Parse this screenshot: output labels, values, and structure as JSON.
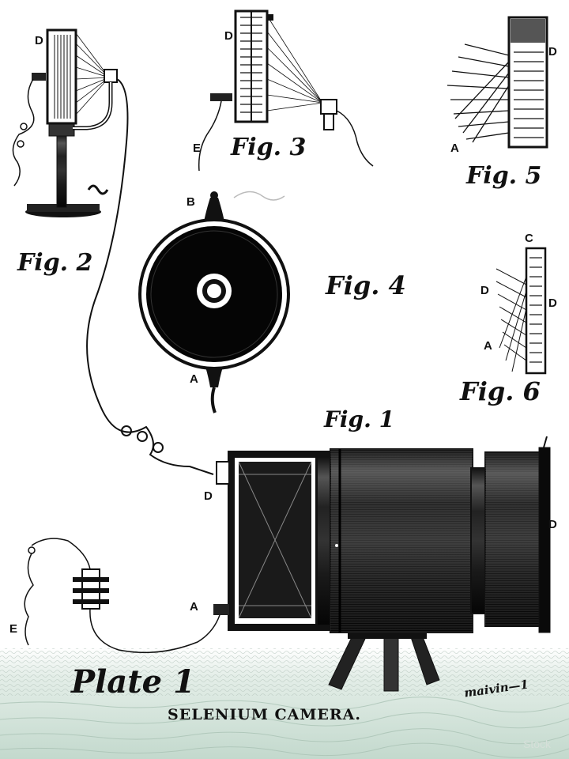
{
  "plate": {
    "title": "Plate 1",
    "caption": "SELENIUM CAMERA.",
    "signature": "maivin—1"
  },
  "figures": [
    {
      "id": "fig1",
      "label": "Fig. 1",
      "letters": [
        "D",
        "A",
        "D"
      ]
    },
    {
      "id": "fig2",
      "label": "Fig. 2",
      "letters": [
        "D"
      ]
    },
    {
      "id": "fig3",
      "label": "Fig. 3",
      "letters": [
        "D",
        "E"
      ]
    },
    {
      "id": "fig4",
      "label": "Fig. 4",
      "letters": [
        "B",
        "A"
      ]
    },
    {
      "id": "fig5",
      "label": "Fig. 5",
      "letters": [
        "D",
        "A"
      ]
    },
    {
      "id": "fig6",
      "label": "Fig. 6",
      "letters": [
        "C",
        "D",
        "D",
        "A"
      ]
    }
  ],
  "battery": {
    "letters": [
      "E"
    ]
  },
  "watermark": {
    "brand": "Stock"
  },
  "colors": {
    "ink": "#111111",
    "paper": "#ffffff",
    "sea": "#cfe0d6"
  }
}
